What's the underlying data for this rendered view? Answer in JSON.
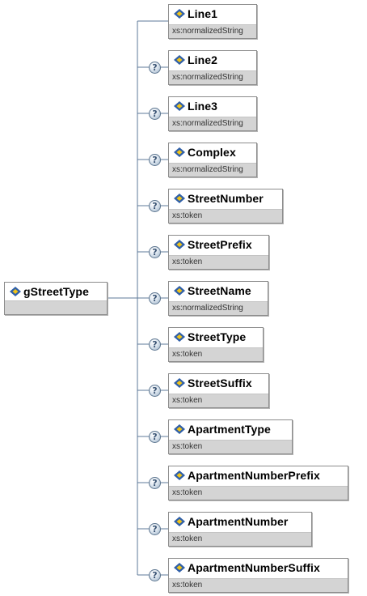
{
  "root": {
    "name": "gStreetType",
    "icon": "element-diamond-icon"
  },
  "optional_marker": "?",
  "children": [
    {
      "name": "Line1",
      "type": "xs:normalizedString",
      "optional": false
    },
    {
      "name": "Line2",
      "type": "xs:normalizedString",
      "optional": true
    },
    {
      "name": "Line3",
      "type": "xs:normalizedString",
      "optional": true
    },
    {
      "name": "Complex",
      "type": "xs:normalizedString",
      "optional": true
    },
    {
      "name": "StreetNumber",
      "type": "xs:token",
      "optional": true
    },
    {
      "name": "StreetPrefix",
      "type": "xs:token",
      "optional": true
    },
    {
      "name": "StreetName",
      "type": "xs:normalizedString",
      "optional": true
    },
    {
      "name": "StreetType",
      "type": "xs:token",
      "optional": true
    },
    {
      "name": "StreetSuffix",
      "type": "xs:token",
      "optional": true
    },
    {
      "name": "ApartmentType",
      "type": "xs:token",
      "optional": true
    },
    {
      "name": "ApartmentNumberPrefix",
      "type": "xs:token",
      "optional": true
    },
    {
      "name": "ApartmentNumber",
      "type": "xs:token",
      "optional": true
    },
    {
      "name": "ApartmentNumberSuffix",
      "type": "xs:token",
      "optional": true
    }
  ],
  "colors": {
    "line": "#5d7a99",
    "border": "#8c8c8c",
    "type_bar": "#d4d4d4",
    "diamond_blue": "#2f5fa8",
    "diamond_yellow": "#f0c419"
  }
}
